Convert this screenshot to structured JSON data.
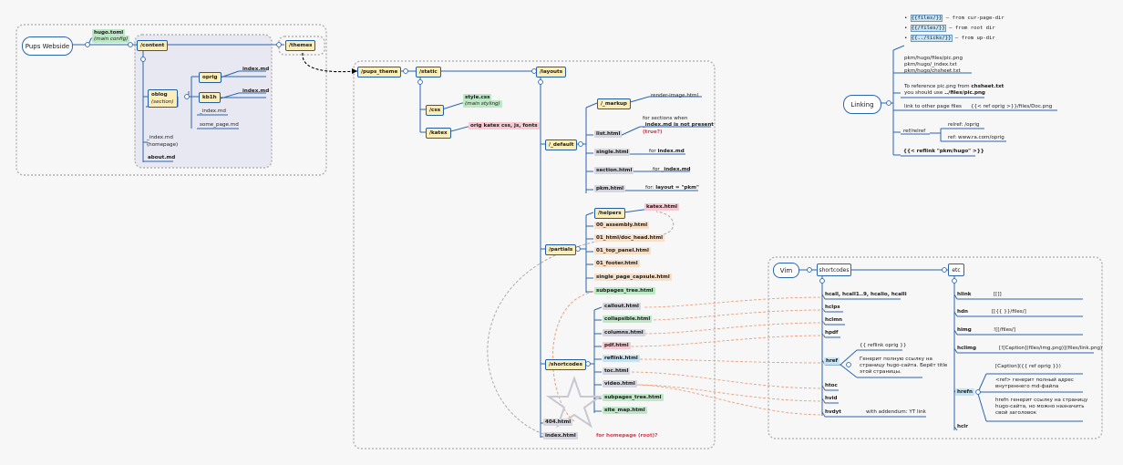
{
  "root": {
    "title": "Pups Webside",
    "hugo_toml": "hugo.toml",
    "main_config": "(main config)",
    "content": "/content",
    "oblog": "oblog",
    "section": "(section)",
    "oprig": "oprig",
    "kb1h": "kb1h",
    "index_md_1": "index.md",
    "index_md_2": "index.md",
    "index_md_underscore": "_index.md",
    "some_page": "some_page.md",
    "index_homepage": "_index.md",
    "homepage": "(homepage)",
    "about": "about.md",
    "themes": "/themes"
  },
  "theme": {
    "pups_theme": "/pups_theme",
    "static": "/static",
    "layouts": "/layouts",
    "css": "/css",
    "style_css": "style.css",
    "main_styling": "(main styling)",
    "katex": "/katex",
    "katex_files": "orig katex css, js, fonts",
    "markup": "/_markup",
    "render_image": "render-image.html",
    "default": "/_default",
    "list_html": "list.html",
    "sections_note_1": "for sections when",
    "sections_note_2": "_index.md is not present",
    "sections_note_3": "(true?)",
    "single_html": "single.html",
    "single_note": "for index.md",
    "section_html": "section.html",
    "section_note": "for _index.md",
    "pkm_html": "pkm.html",
    "pkm_note": "for: layout = \"pkm\"",
    "partials": "/partials",
    "helpers": "/helpers",
    "katex_html": "katex.html",
    "assembly": "00_assembly.html",
    "doc_head": "01_html/doc_head.html",
    "top_panel": "01_top_panel.html",
    "footer": "01_footer.html",
    "single_capsule": "single_page_capsule.html",
    "subpages_tree_partial": "subpages_tree.html",
    "shortcodes": "/shortcodes",
    "sc": [
      "callout.html",
      "collapsible.html",
      "columns.html",
      "pdf.html",
      "reflink.html",
      "toc.html",
      "video.html",
      "subpages_tree.html",
      "site_map.html"
    ],
    "html404": "404.html",
    "index_html": "index.html",
    "homepage_note": "for homepage (root)?"
  },
  "linking": {
    "title": "Linking",
    "legend": [
      {
        "code": "{{files/}}",
        "desc": " – from cur-page-dir"
      },
      {
        "code": "{{/files/}}",
        "desc": " – from root dir"
      },
      {
        "code": "{{../ticks/}}",
        "desc": " – from up-dir"
      }
    ],
    "paths": [
      "pkm/hugo/files/pic.png",
      "pkm/hugo/_index.txt",
      "pkm/hugo/chsheet.txt"
    ],
    "ref_note_1": "To reference pic.png from",
    "ref_note_1b": "chsheet.txt",
    "ref_note_2": "you should use",
    "ref_note_2b": "../files/pic.png",
    "other_page": "link to other page files",
    "other_page_code": "{{< ref oprig >}}/files/Doc.png",
    "ref_relref": "ref/relref",
    "relref": "relref: /oprig",
    "ref_url": "ref: www.ra.com/oprig",
    "reflink_example": "{{< reflink \"pkm/hugo\" >}}"
  },
  "vim": {
    "title": "Vim",
    "shortcodes": "shortcodes",
    "etc": "etc",
    "left": [
      "hcall, hcall1..9, hcalio, hcalli",
      "hclps",
      "hclmn",
      "hpdf",
      "href",
      "htoc",
      "hvid",
      "hvdyt"
    ],
    "href_note_1": "{{ reflink oprig }}",
    "href_note_2": "Генерит полную ссылку на",
    "href_note_3": "страницу hugo-сайта. Берёт title",
    "href_note_4": "этой страницы.",
    "hvdyt_note": "with addendum: YT link",
    "right": [
      "hlink",
      "hdn",
      "himg",
      "hclimg",
      "hrefn",
      "hclr"
    ],
    "hlink_note": "[[]]",
    "hdn_note": "[[{{ }}/files/]",
    "himg_note": "![[/files/]",
    "hclimg_note": "[![Caption](files/img.png)](files/link.png)",
    "hrefn_note_1": "[Caption]({{ ref oprig }})",
    "hrefn_note_2": "<ref> генерит полный адрес",
    "hrefn_note_3": "внутреннего md-файла",
    "hrefn_note_4": "hrefn генерит ссылку на страницу",
    "hrefn_note_5": "hugo-сайта, но можно назначить",
    "hrefn_note_6": "свой заголовок"
  }
}
